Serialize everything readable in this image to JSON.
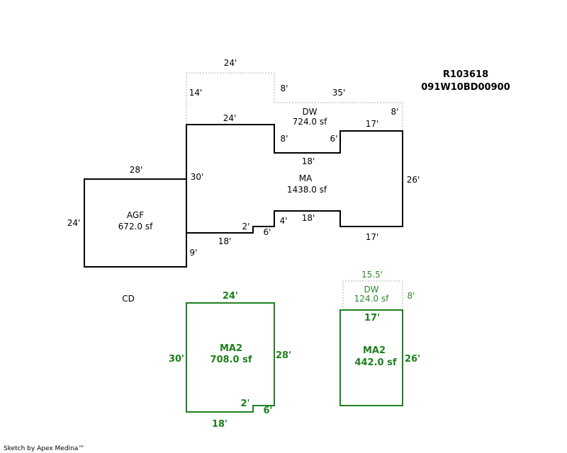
{
  "parcel": {
    "id": "R103618",
    "map_number": "091W10BD00900"
  },
  "colors": {
    "main": "#000000",
    "dashed": "#b0b0b0",
    "green": "#1e801e"
  },
  "main_area": {
    "code": "MA",
    "area": "1438.0 sf"
  },
  "driveway_1": {
    "code": "DW",
    "area": "724.0 sf"
  },
  "agf": {
    "code": "AGF",
    "area": "672.0 sf"
  },
  "cd": {
    "code": "CD"
  },
  "ma2_a": {
    "code": "MA2",
    "area": "708.0 sf"
  },
  "ma2_b": {
    "code": "MA2",
    "area": "442.0 sf"
  },
  "driveway_2": {
    "code": "DW",
    "area": "124.0 sf"
  },
  "dims": {
    "dw_top": "24'",
    "dw_left": "14'",
    "dw_step": "8'",
    "dw_right_top": "35'",
    "dw_right_side": "8'",
    "ma_top": "24'",
    "ma_notch_left": "8'",
    "ma_notch_right": "6'",
    "ma_notch_bottom": "18'",
    "ma_upper_right": "17'",
    "ma_right": "26'",
    "ma_left": "30'",
    "ma_bottom_right": "17'",
    "ma_lower_notch": "18'",
    "ma_lower_notch_side": "4'",
    "ma_step_small": "2'",
    "ma_step_6": "6'",
    "ma_bottom_left": "18'",
    "agf_top": "28'",
    "agf_left": "24'",
    "agf_right_bottom": "9'",
    "ma2a_top": "24'",
    "ma2a_left": "30'",
    "ma2a_right": "28'",
    "ma2a_step": "2'",
    "ma2a_step_6": "6'",
    "ma2a_bottom": "18'",
    "dw2_top": "15.5'",
    "dw2_right": "8'",
    "ma2b_top": "17'",
    "ma2b_right": "26'"
  },
  "footer": "Sketch by Apex Medina™"
}
